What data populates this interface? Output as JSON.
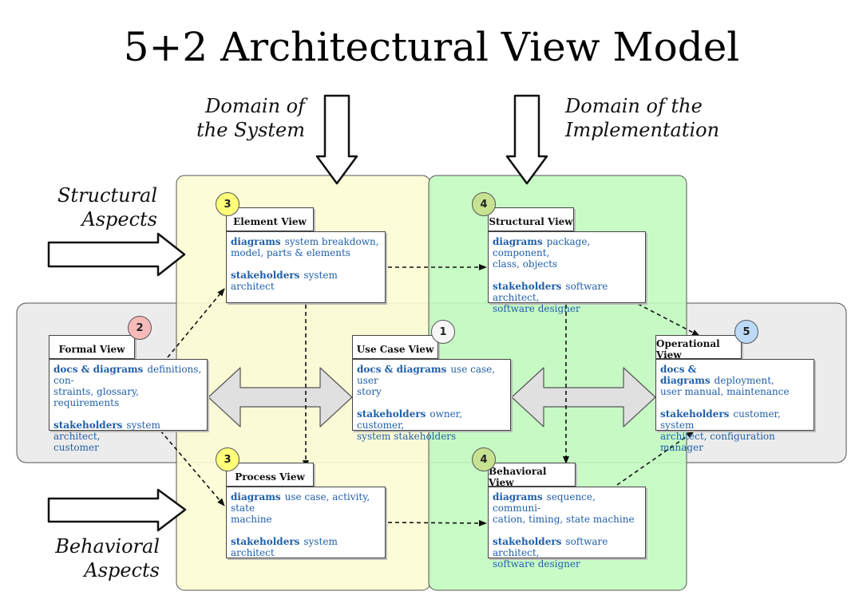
{
  "title": "5+2 Architectural View Model",
  "labels": {
    "domain_system": [
      "Domain of",
      "the System"
    ],
    "domain_implementation": [
      "Domain of the",
      "Implementation"
    ],
    "structural_aspects": [
      "Structural",
      "Aspects"
    ],
    "behavioral_aspects": [
      "Behavioral",
      "Aspects"
    ]
  },
  "colors": {
    "system_domain": "#fcfdd4",
    "implementation_domain": "#c3fbc1",
    "horizontal_band": "#ececec",
    "text_blue": "#1f5fa8",
    "badge_yellow": "#ffff7a",
    "badge_green": "#c7e291",
    "badge_red": "#f7b9b9",
    "badge_white": "#f6f6f6",
    "badge_blue": "#bcdaf7"
  },
  "views": {
    "element": {
      "number": "3",
      "title": "Element View",
      "rows": [
        {
          "label": "diagrams",
          "lines": [
            "system breakdown,",
            "model, parts & elements"
          ]
        },
        {
          "label": "stakeholders",
          "lines": [
            "system architect"
          ]
        }
      ]
    },
    "structural": {
      "number": "4",
      "title": "Structural View",
      "rows": [
        {
          "label": "diagrams",
          "lines": [
            "package, component,",
            "class, objects"
          ]
        },
        {
          "label": "stakeholders",
          "lines": [
            "software architect,",
            "software designer"
          ]
        }
      ]
    },
    "formal": {
      "number": "2",
      "title": "Formal View",
      "rows": [
        {
          "label": "docs & diagrams",
          "lines": [
            "definitions, con-",
            "straints, glossary, requirements"
          ]
        },
        {
          "label": "stakeholders",
          "lines": [
            "system architect,",
            "customer"
          ]
        }
      ]
    },
    "use_case": {
      "number": "1",
      "title": "Use Case View",
      "rows": [
        {
          "label": "docs & diagrams",
          "lines": [
            "use case, user",
            "story"
          ]
        },
        {
          "label": "stakeholders",
          "lines": [
            "owner, customer,",
            "system stakeholders"
          ]
        }
      ]
    },
    "operational": {
      "number": "5",
      "title": "Operational View",
      "rows": [
        {
          "label": "docs & diagrams",
          "lines": [
            "deployment,",
            "user manual, maintenance"
          ]
        },
        {
          "label": "stakeholders",
          "lines": [
            "customer, system",
            "architect, configuration manager"
          ]
        }
      ]
    },
    "process": {
      "number": "3",
      "title": "Process View",
      "rows": [
        {
          "label": "diagrams",
          "lines": [
            "use case, activity, state",
            "machine"
          ]
        },
        {
          "label": "stakeholders",
          "lines": [
            "system architect"
          ]
        }
      ]
    },
    "behavioral": {
      "number": "4",
      "title": "Behavioral View",
      "rows": [
        {
          "label": "diagrams",
          "lines": [
            "sequence, communi-",
            "cation, timing, state machine"
          ]
        },
        {
          "label": "stakeholders",
          "lines": [
            "software architect,",
            "software designer"
          ]
        }
      ]
    }
  }
}
